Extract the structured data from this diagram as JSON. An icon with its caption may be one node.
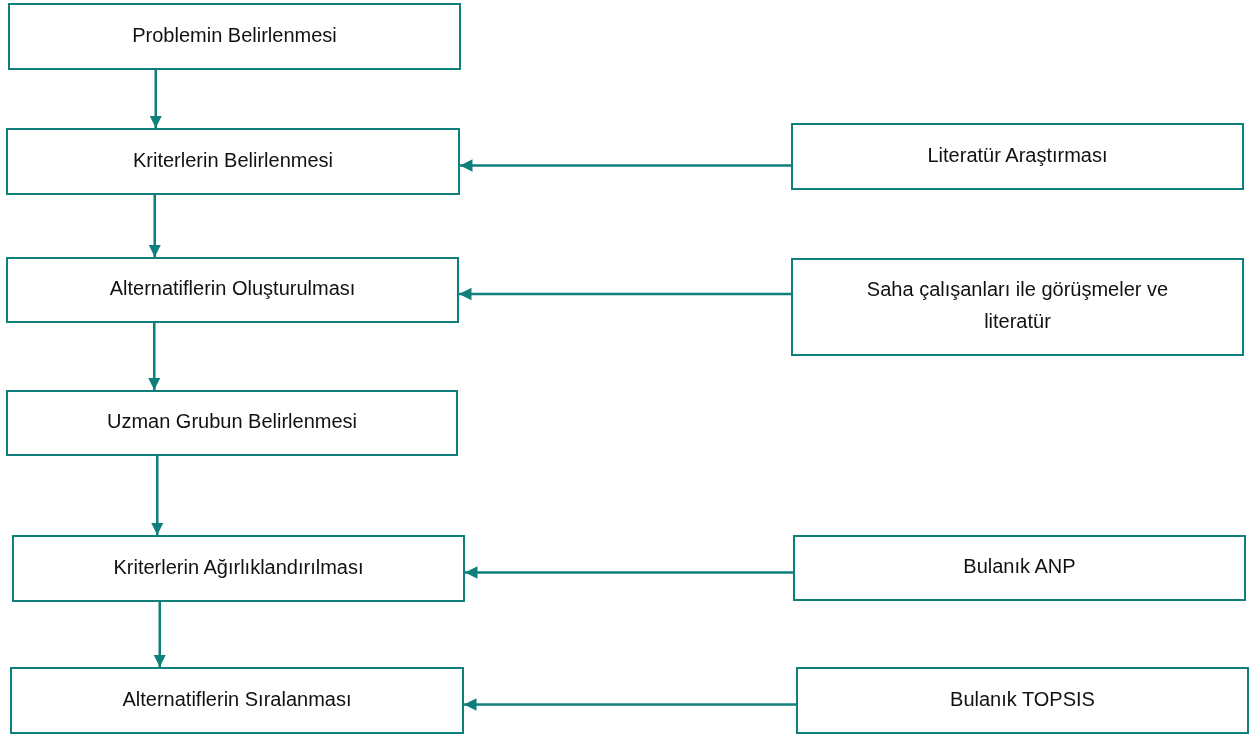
{
  "diagram": {
    "nodes": [
      {
        "text": [
          "Problemin Belirlenmesi"
        ]
      },
      {
        "text": [
          "Kriterlerin Belirlenmesi"
        ]
      },
      {
        "text": [
          "Alternatiflerin Oluşturulması"
        ]
      },
      {
        "text": [
          "Uzman Grubun Belirlenmesi"
        ]
      },
      {
        "text": [
          "Kriterlerin Ağırlıklandırılması"
        ]
      },
      {
        "text": [
          "Alternatiflerin Sıralanması"
        ]
      },
      {
        "text": [
          "Literatür Araştırması"
        ]
      },
      {
        "text": [
          "Saha çalışanları ile görüşmeler ve literatür"
        ]
      },
      {
        "text": [
          "Bulanık ANP"
        ]
      },
      {
        "text": [
          "Bulanık TOPSIS"
        ]
      }
    ],
    "edges": [
      {
        "from": 0,
        "to": 1,
        "arrow": "to"
      },
      {
        "from": 1,
        "to": 2,
        "arrow": "to"
      },
      {
        "from": 2,
        "to": 3,
        "arrow": "to"
      },
      {
        "from": 3,
        "to": 4,
        "arrow": "to"
      },
      {
        "from": 4,
        "to": 5,
        "arrow": "to"
      },
      {
        "from": 6,
        "to": 1,
        "arrow": "to"
      },
      {
        "from": 7,
        "to": 2,
        "arrow": "to"
      },
      {
        "from": 8,
        "to": 4,
        "arrow": "to"
      },
      {
        "from": 9,
        "to": 5,
        "arrow": "to"
      }
    ]
  }
}
